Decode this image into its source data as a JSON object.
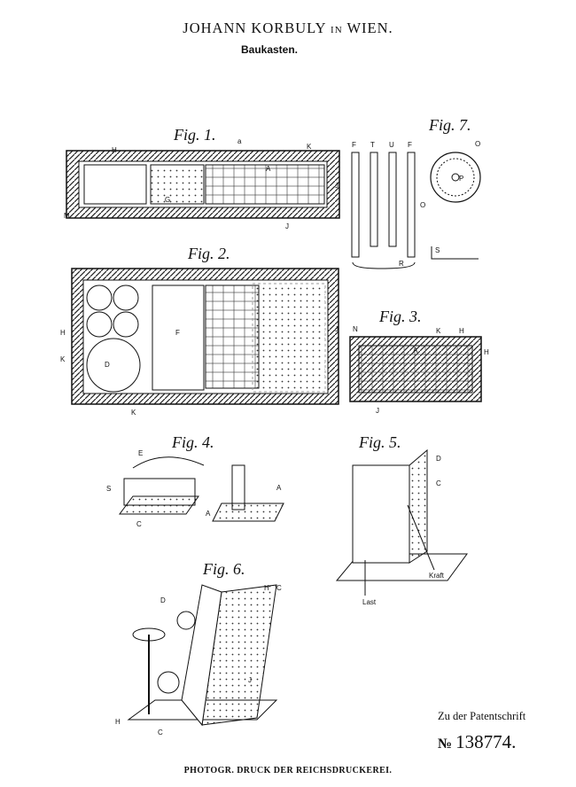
{
  "header": {
    "inventor": "JOHANN KORBULY",
    "connector": "IN",
    "city": "WIEN.",
    "title": "Baukasten."
  },
  "figures": {
    "fig1": "Fig. 1.",
    "fig2": "Fig. 2.",
    "fig3": "Fig. 3.",
    "fig4": "Fig. 4.",
    "fig5": "Fig. 5.",
    "fig6": "Fig. 6.",
    "fig7": "Fig. 7."
  },
  "labels": {
    "H": "H",
    "K": "K",
    "J": "J",
    "a": "a",
    "M": "M",
    "A": "A",
    "B": "B",
    "C": "C",
    "D": "D",
    "E": "E",
    "F": "F",
    "G": "G",
    "N": "N",
    "O": "O",
    "P": "P",
    "R": "R",
    "S": "S",
    "T": "T",
    "U": "U",
    "last": "Last",
    "kraft": "Kraft"
  },
  "footer": {
    "zu": "Zu der Patentschrift",
    "patent_mark": "№",
    "patent_number": "138774.",
    "printer": "PHOTOGR. DRUCK DER REICHSDRUCKEREI."
  }
}
